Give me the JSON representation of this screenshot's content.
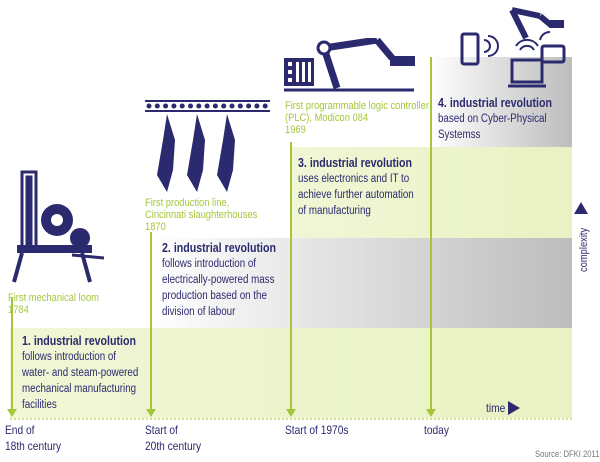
{
  "revolutions": [
    {
      "title": "1. industrial revolution",
      "lines": [
        "follows introduction of",
        "water- and steam-powered",
        "mechanical manufacturing",
        "facilities"
      ]
    },
    {
      "title": "2. industrial revolution",
      "lines": [
        "follows introduction of",
        "electrically-powered mass",
        "production based on the",
        "division of labour"
      ]
    },
    {
      "title": "3. industrial revolution",
      "lines": [
        "uses electronics and IT to",
        "achieve further automation",
        "of manufacturing"
      ]
    },
    {
      "title": "4. industrial revolution",
      "lines": [
        "based on Cyber-Physical",
        "Systemss"
      ]
    }
  ],
  "milestones": [
    {
      "lines": [
        "First mechanical loom",
        "1784"
      ]
    },
    {
      "lines": [
        "First production line,",
        "Cincinnati slaughterhouses",
        "1870"
      ]
    },
    {
      "lines": [
        "First programmable logic controller",
        "(PLC), Modicon 084",
        "1969"
      ]
    }
  ],
  "timeline": [
    {
      "lines": [
        "End of",
        "18th century"
      ]
    },
    {
      "lines": [
        "Start of",
        "20th century"
      ]
    },
    {
      "lines": [
        "Start of 1970s"
      ]
    },
    {
      "lines": [
        "today"
      ]
    }
  ],
  "axes": {
    "time": "time",
    "complexity": "complexity"
  },
  "source": "Source: DFKI 2011",
  "colors": {
    "navy": "#2b2a6e",
    "green": "#a5c63b"
  }
}
